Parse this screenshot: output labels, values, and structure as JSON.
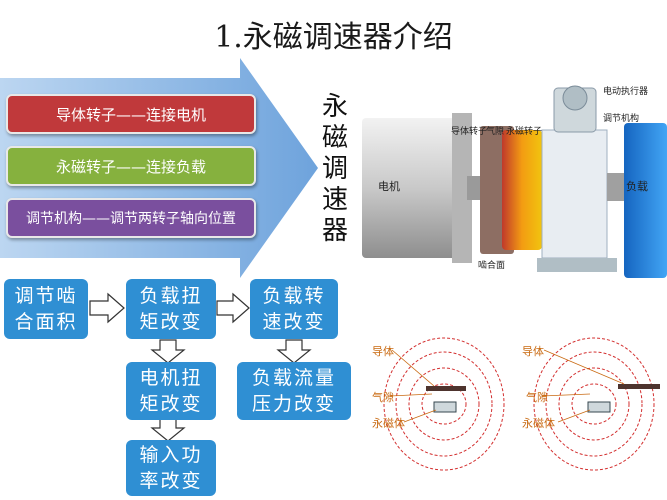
{
  "title": "1.永磁调速器介绍",
  "labels": [
    {
      "text": "导体转子——连接电机",
      "color": "#c0393b"
    },
    {
      "text": "永磁转子——连接负载",
      "color": "#86b13e"
    },
    {
      "text": "调节机构——调节两转子轴向位置",
      "color": "#7a4f9e"
    }
  ],
  "vertical_title": "永磁调速器",
  "device_labels": {
    "motor": "电机",
    "load": "负载",
    "conductor_rotor": "导体转子",
    "air_gap": "气隙",
    "magnet_rotor": "永磁转子",
    "actuator": "电动执行器",
    "adjust_mech": "调节机构",
    "coupling": "啮合面"
  },
  "flow": {
    "b1": "调节啮合面积",
    "b2": "负载扭矩改变",
    "b3": "负载转速改变",
    "b4": "电机扭矩改变",
    "b5": "负载流量压力改变",
    "b6": "输入功率改变"
  },
  "field_labels": {
    "left": {
      "conductor": "导体",
      "gap": "气隙",
      "magnet": "永磁体"
    },
    "right": {
      "conductor": "导体",
      "gap": "气隙",
      "magnet": "永磁体"
    }
  }
}
